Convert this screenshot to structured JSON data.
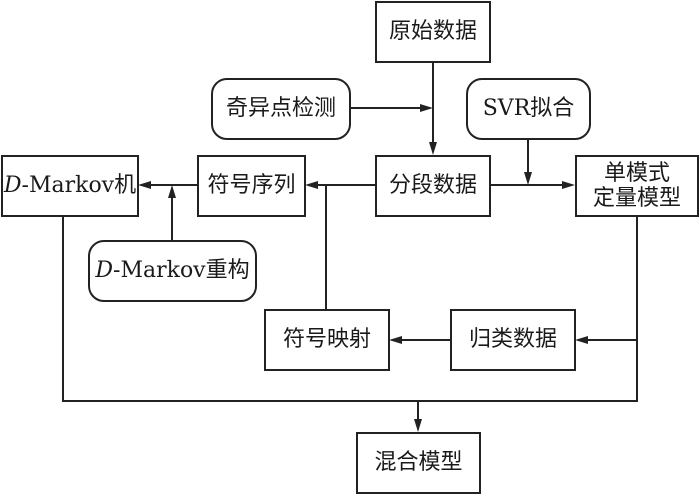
{
  "diagram": {
    "type": "flowchart",
    "nodes": {
      "raw_data": {
        "label": "原始数据",
        "shape": "rect"
      },
      "outlier_detection": {
        "label": "奇异点检测",
        "shape": "rounded"
      },
      "svr_fitting": {
        "label": "SVR拟合",
        "shape": "rounded"
      },
      "segmented_data": {
        "label": "分段数据",
        "shape": "rect"
      },
      "single_mode_model": {
        "label": "单模式\n定量模型",
        "shape": "rect"
      },
      "symbol_sequence": {
        "label": "符号序列",
        "shape": "rect"
      },
      "dmarkov_machine": {
        "label_italic": "D",
        "label_rest": "-Markov机",
        "shape": "rect"
      },
      "dmarkov_reconstruct": {
        "label_italic": "D",
        "label_rest": "-Markov重构",
        "shape": "rounded"
      },
      "symbol_mapping": {
        "label": "符号映射",
        "shape": "rect"
      },
      "classified_data": {
        "label": "归类数据",
        "shape": "rect"
      },
      "hybrid_model": {
        "label": "混合模型",
        "shape": "rect"
      }
    },
    "edges": [
      {
        "from": "raw_data",
        "to": "segmented_data"
      },
      {
        "from": "outlier_detection",
        "to": "raw_data->segmented_data"
      },
      {
        "from": "segmented_data",
        "to": "single_mode_model"
      },
      {
        "from": "svr_fitting",
        "to": "segmented_data->single_mode_model"
      },
      {
        "from": "segmented_data",
        "to": "symbol_sequence"
      },
      {
        "from": "symbol_sequence",
        "to": "dmarkov_machine"
      },
      {
        "from": "dmarkov_reconstruct",
        "to": "symbol_sequence->dmarkov_machine"
      },
      {
        "from": "single_mode_model",
        "to": "classified_data"
      },
      {
        "from": "classified_data",
        "to": "symbol_mapping"
      },
      {
        "from": "symbol_mapping",
        "to": "segmented_data->symbol_sequence"
      },
      {
        "from": "dmarkov_machine",
        "to": "hybrid_model"
      },
      {
        "from": "single_mode_model",
        "to": "hybrid_model"
      }
    ]
  }
}
